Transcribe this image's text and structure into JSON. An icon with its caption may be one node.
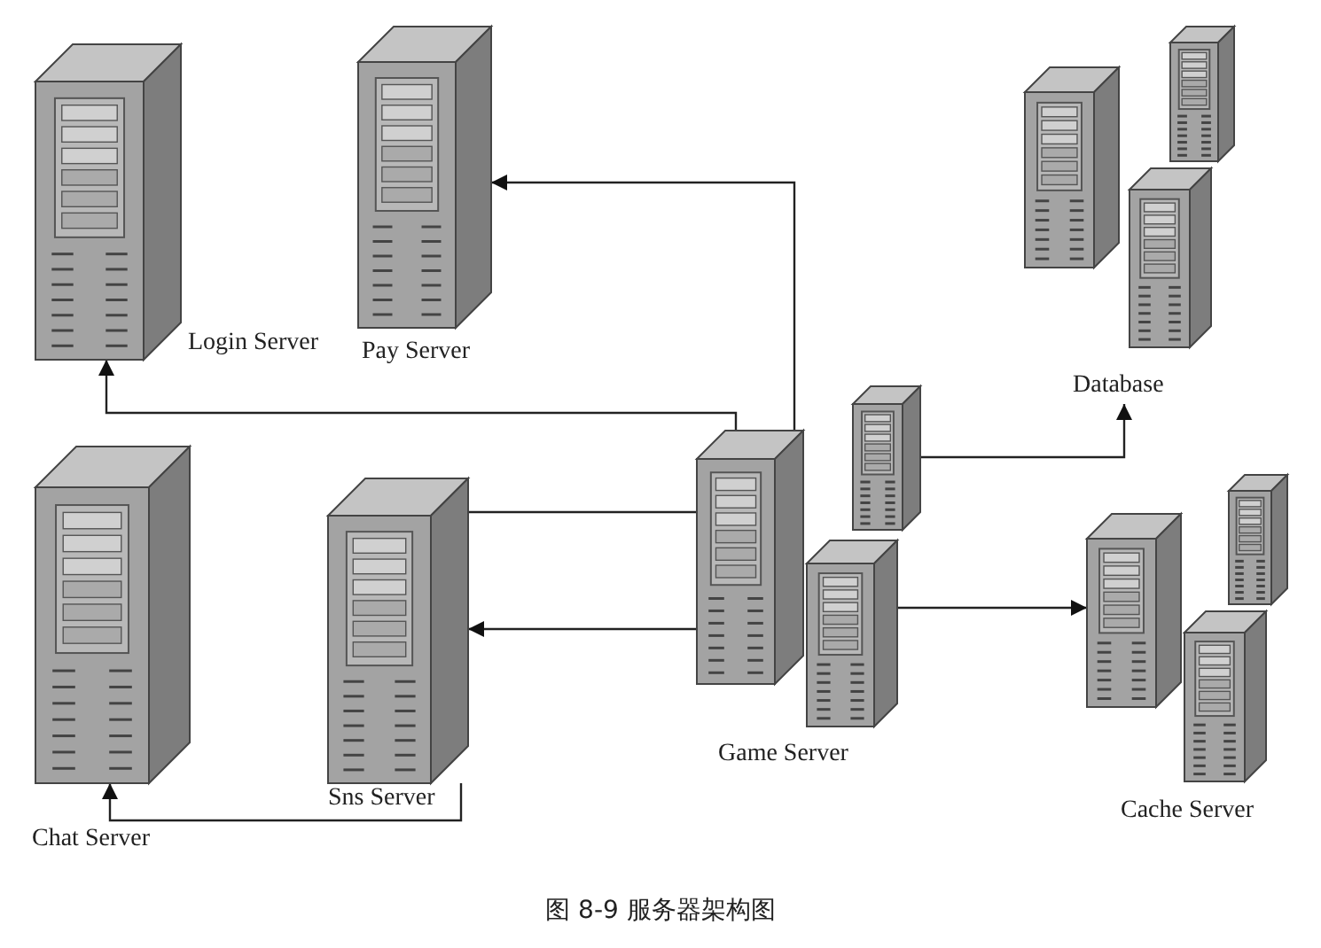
{
  "diagram": {
    "caption": "图 8-9 服务器架构图",
    "nodes": [
      {
        "text": [
          "Login Server"
        ]
      },
      {
        "text": [
          "Pay Server"
        ]
      },
      {
        "text": [
          "Database"
        ]
      },
      {
        "text": [
          "Chat Server"
        ]
      },
      {
        "text": [
          "Sns Server"
        ]
      },
      {
        "text": [
          "Game Server"
        ]
      },
      {
        "text": [],
        "shape": "picture",
        "in": 5
      },
      {
        "text": [],
        "shape": "picture",
        "in": 5
      },
      {
        "text": [],
        "shape": "picture",
        "in": 5
      },
      {
        "text": [
          "Cache Server"
        ]
      }
    ],
    "edges": [
      {
        "from": 6,
        "to": 0,
        "arrow": "to"
      },
      {
        "from": 6,
        "to": 1,
        "arrow": "to"
      },
      {
        "from": 4,
        "to": 6,
        "arrow": "none"
      },
      {
        "from": 6,
        "to": 4,
        "arrow": "to"
      },
      {
        "from": 4,
        "to": 3,
        "arrow": "to"
      },
      {
        "from": 7,
        "to": 2,
        "arrow": "to"
      },
      {
        "from": 8,
        "to": 9,
        "arrow": "to"
      }
    ]
  }
}
